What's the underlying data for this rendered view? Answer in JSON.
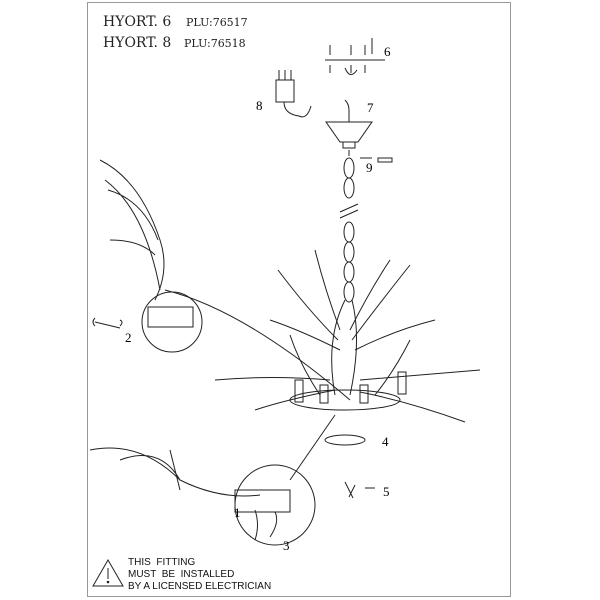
{
  "models": [
    {
      "name": "HYORT. 6",
      "plu": "PLU:76517"
    },
    {
      "name": "HYORT. 8",
      "plu": "PLU:76518"
    }
  ],
  "callouts": [
    "1",
    "2",
    "3",
    "4",
    "5",
    "6",
    "7",
    "8",
    "9"
  ],
  "warning": {
    "lines": [
      "THIS  FITTING",
      "MUST  BE  INSTALLED",
      "BY A LICENSED ELECTRICIAN"
    ],
    "icon": "warning-triangle-icon"
  },
  "colors": {
    "line": "#222222",
    "frame": "#999999"
  }
}
